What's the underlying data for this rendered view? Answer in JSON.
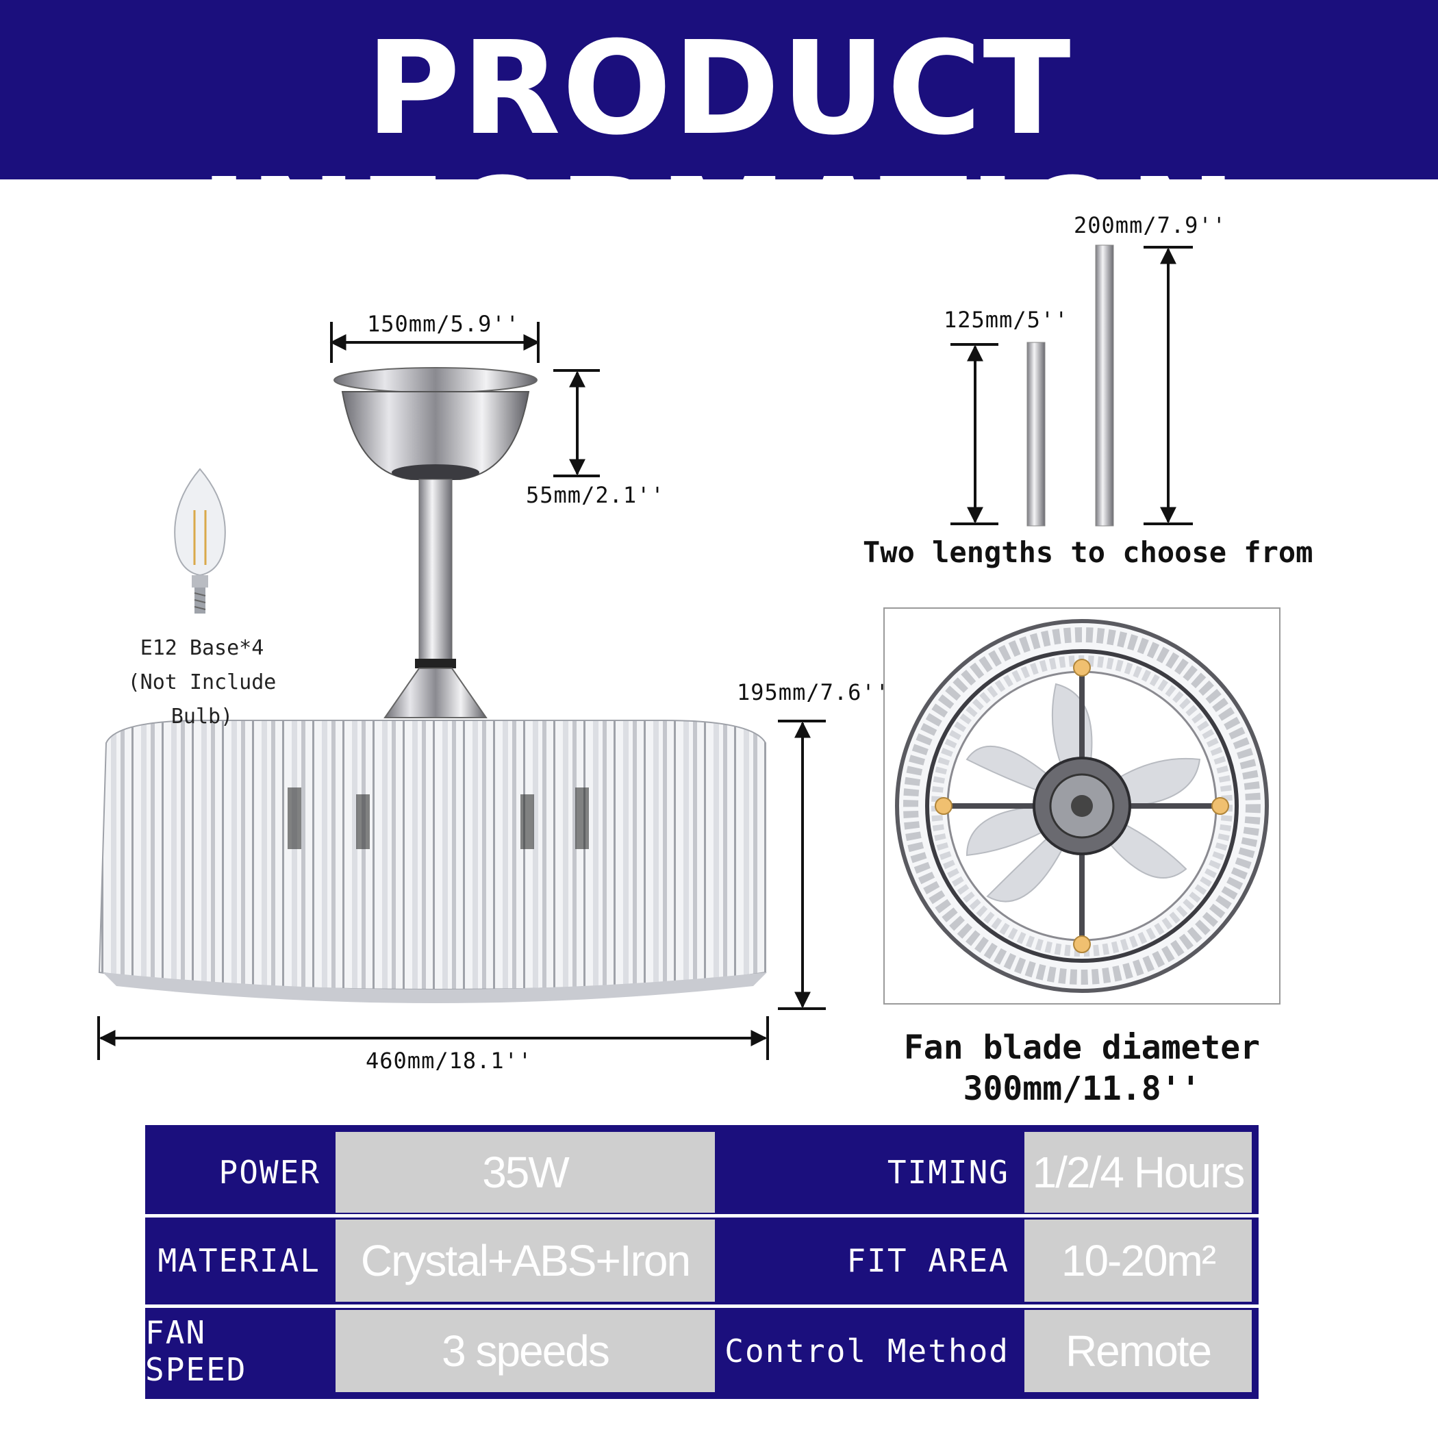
{
  "banner": {
    "title": "PRODUCT INFORMATION"
  },
  "dimensions": {
    "canopy_width": "150mm/5.9''",
    "canopy_height": "55mm/2.1''",
    "body_height": "195mm/7.6''",
    "body_width": "460mm/18.1''",
    "downrod_short": "125mm/5''",
    "downrod_long": "200mm/7.9''"
  },
  "bulb": {
    "line1": "E12 Base*4",
    "line2": "(Not Include Bulb)"
  },
  "downrod_caption": "Two lengths to choose from",
  "blade": {
    "line1": "Fan blade diameter",
    "line2": "300mm/11.8''"
  },
  "specs": [
    {
      "label": "POWER",
      "value": "35W"
    },
    {
      "label": "TIMING",
      "value": "1/2/4 Hours"
    },
    {
      "label": "MATERIAL",
      "value": "Crystal+ABS+Iron"
    },
    {
      "label": "FIT AREA",
      "value": "10-20m²"
    },
    {
      "label": "FAN SPEED",
      "value": "3 speeds"
    },
    {
      "label": "Control Method",
      "value": "Remote"
    }
  ],
  "colors": {
    "banner": "#1b0f7d",
    "value_cell": "#cfcfcf",
    "text": "#111111"
  }
}
